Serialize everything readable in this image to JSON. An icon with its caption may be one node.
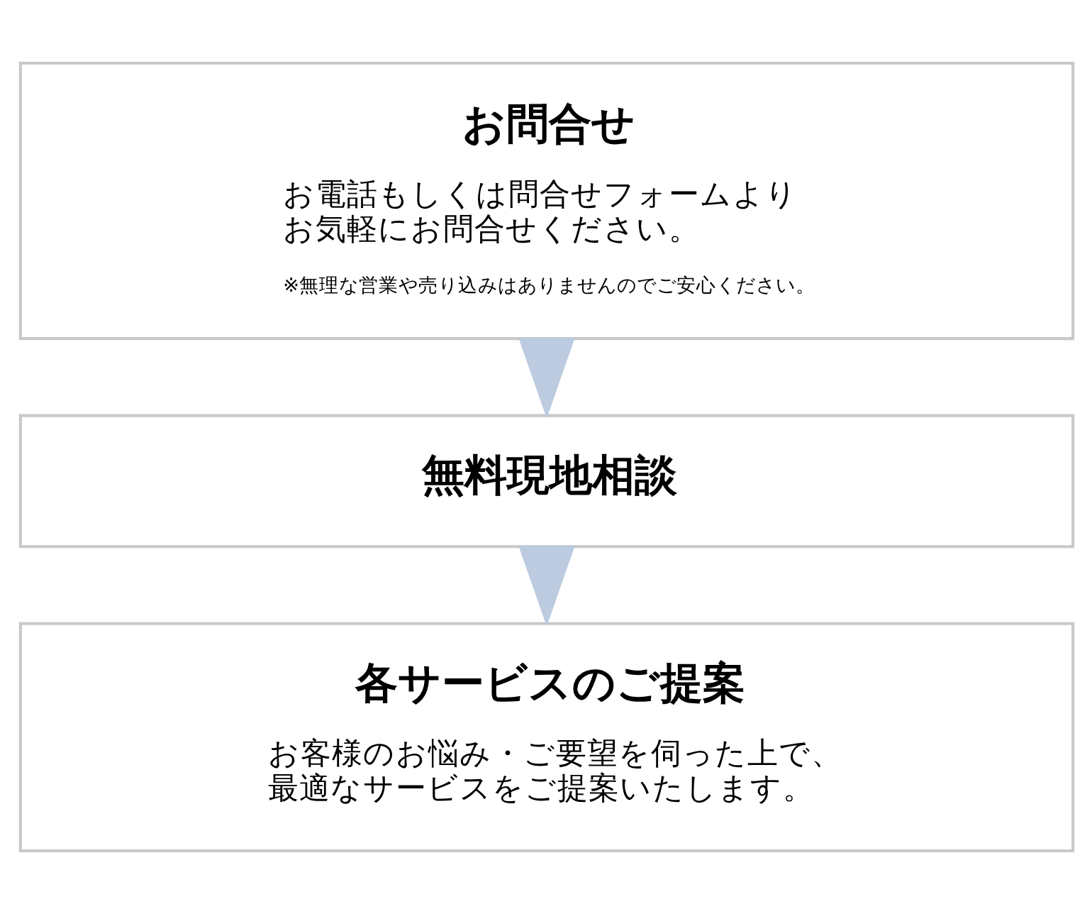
{
  "diagram": {
    "nodes": [
      {
        "text": [
          "お問合せ",
          "お電話もしくは問合せフォームよりお気軽にお問合せください。",
          "※無理な営業や売り込みはありませんのでご安心ください。"
        ]
      },
      {
        "text": [
          "無料現地相談"
        ]
      },
      {
        "text": [
          "各サービスのご提案",
          "お客様のお悩み・ご要望を伺った上で、最適なサービスをご提案いたします。"
        ]
      }
    ],
    "edges": [
      {
        "from": 0,
        "to": 1,
        "arrow": "to"
      },
      {
        "from": 1,
        "to": 2,
        "arrow": "to"
      }
    ]
  }
}
